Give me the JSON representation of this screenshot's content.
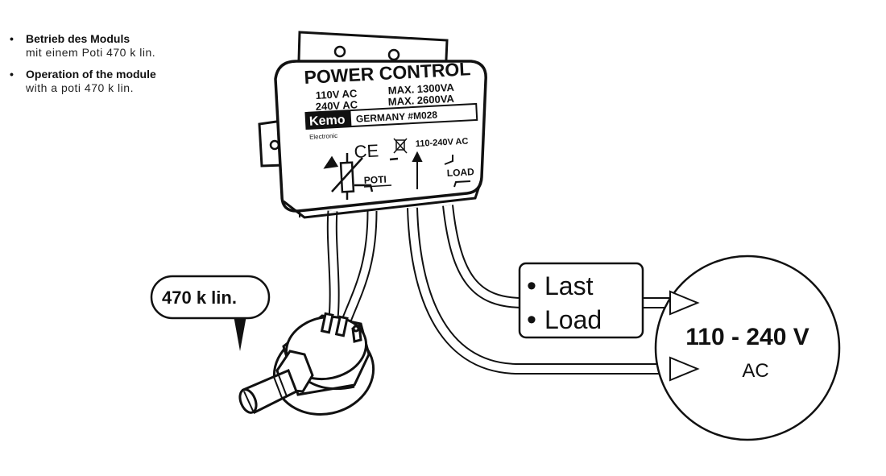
{
  "notes": [
    {
      "title": "Betrieb des Moduls",
      "subtitle": "mit einem Poti 470 k lin."
    },
    {
      "title": "Operation of the module",
      "subtitle": "with a poti 470 k lin."
    }
  ],
  "module": {
    "title": "POWER CONTROL",
    "voltage1": "110V AC",
    "voltage2": "240V AC",
    "max1": "MAX. 1300VA",
    "max2": "MAX. 2600VA",
    "brand": "Kemo",
    "brand_sub": "Electronic",
    "origin": "GERMANY #M028",
    "ce": "CE",
    "supply_label": "110-240V AC",
    "poti_label": "POTI",
    "load_label": "LOAD"
  },
  "poti_callout": "470 k lin.",
  "load_box": {
    "line1": "Last",
    "line2": "Load"
  },
  "mains": {
    "voltage": "110 - 240 V",
    "type": "AC"
  }
}
